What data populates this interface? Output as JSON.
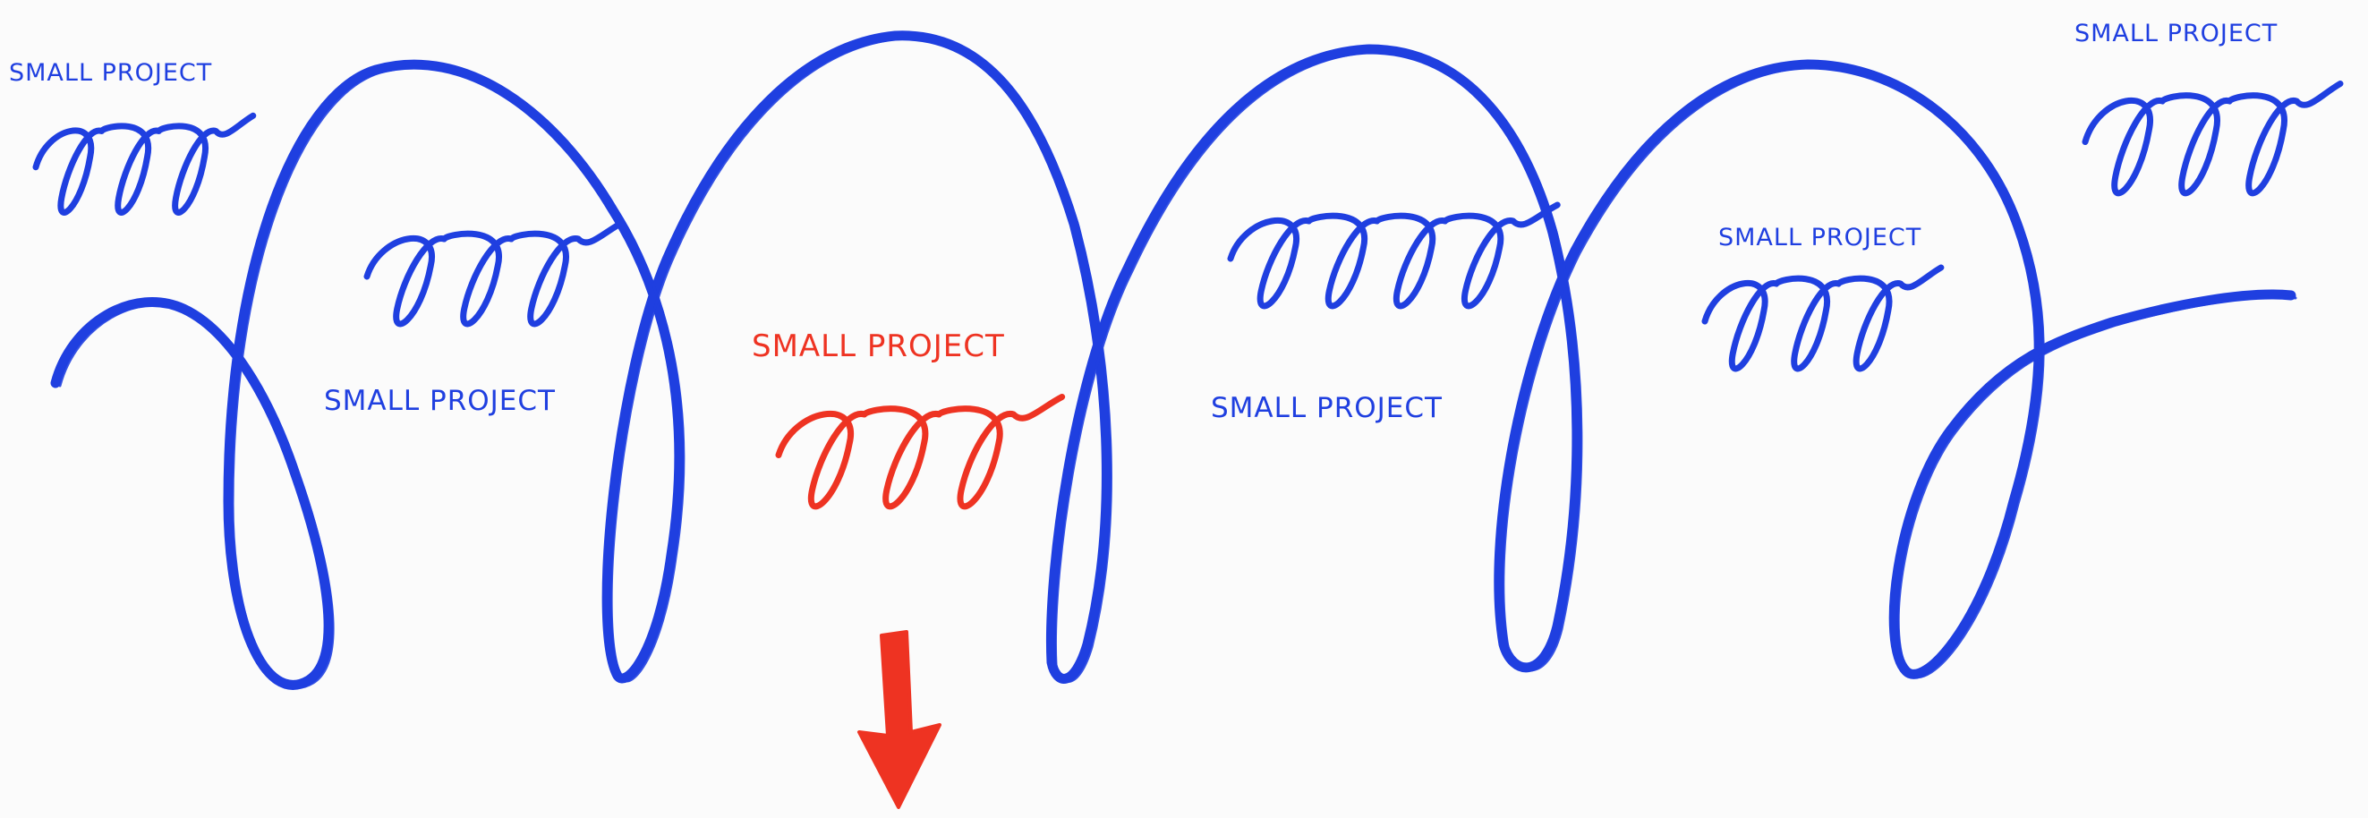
{
  "colors": {
    "ink": "#1f3fe0",
    "highlight": "#ee3322",
    "background": "#fbfbfb"
  },
  "big_coil": {
    "loop_count": 5
  },
  "small_projects": [
    {
      "label": "SMALL PROJECT",
      "highlighted": false
    },
    {
      "label": "SMALL PROJECT",
      "highlighted": false
    },
    {
      "label": "SMALL PROJECT",
      "highlighted": true
    },
    {
      "label": "SMALL PROJECT",
      "highlighted": false
    },
    {
      "label": "SMALL PROJECT",
      "highlighted": false
    },
    {
      "label": "SMALL PROJECT",
      "highlighted": false
    }
  ],
  "arrow": {
    "direction": "down",
    "icon": "down-arrow-icon"
  }
}
